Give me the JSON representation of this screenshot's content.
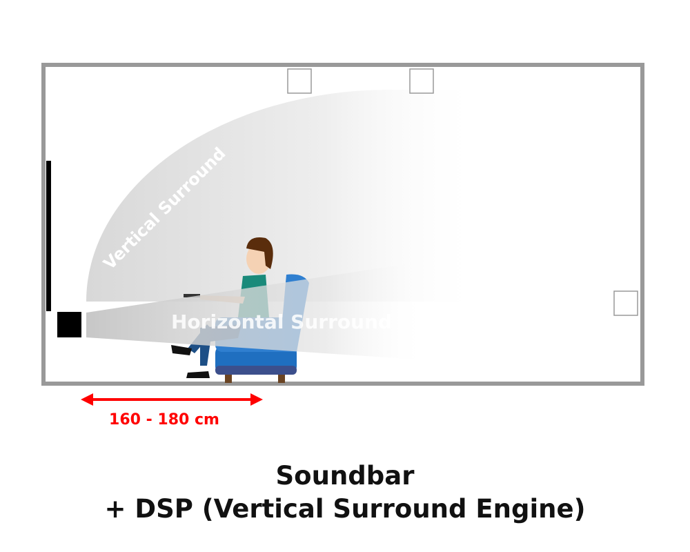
{
  "labels": {
    "vertical_beam": "Vertical Surround",
    "horizontal_beam": "Horizontal Surround",
    "distance": "160 - 180 cm"
  },
  "title": {
    "line1": "Soundbar",
    "line2": "+ DSP (Vertical Surround Engine)"
  },
  "colors": {
    "room": "#999999",
    "distance_arrow": "#ff0000",
    "chair": "#2f7fd0"
  }
}
